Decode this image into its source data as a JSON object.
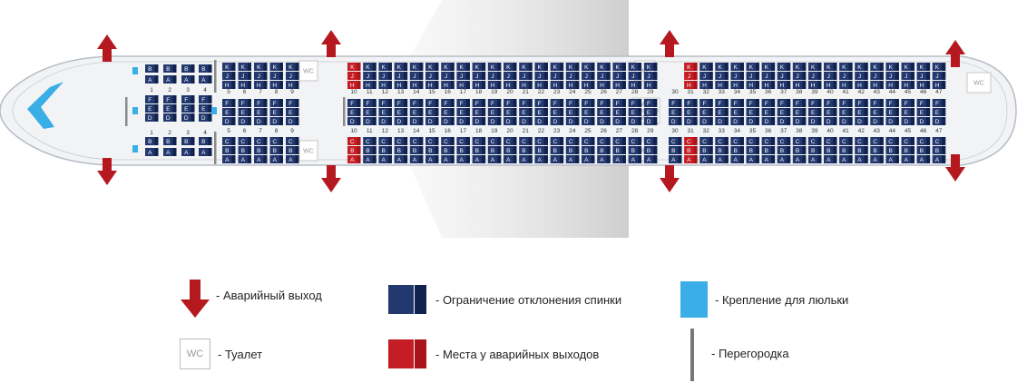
{
  "diagram": {
    "title_hidden": "",
    "colors": {
      "seat": "#22386e",
      "seat_dark": "#10224d",
      "seat_exit": "#c41e24",
      "bassinet": "#3aaee6",
      "exit_arrow": "#b5191f",
      "fuselage_fill": "#f1f2f4",
      "fuselage_stroke": "#b7bcc6",
      "wing": "#d6d6d6"
    },
    "wc_label": "WC",
    "rows": {
      "front": [
        "1",
        "2",
        "3",
        "4"
      ],
      "mid_a": [
        "5",
        "6",
        "7",
        "8",
        "9"
      ],
      "mid_b": [
        "10",
        "11",
        "12",
        "13",
        "14",
        "15",
        "16",
        "17",
        "18",
        "19",
        "20",
        "21",
        "22",
        "23",
        "24",
        "25",
        "26",
        "27",
        "28",
        "29"
      ],
      "rear": [
        "30",
        "31",
        "32",
        "33",
        "34",
        "35",
        "36",
        "37",
        "38",
        "39",
        "40",
        "41",
        "42",
        "43",
        "44",
        "45",
        "46",
        "47"
      ]
    },
    "seat_letters": {
      "top_block": [
        "K",
        "J",
        "H"
      ],
      "center_block": [
        "F",
        "E",
        "D"
      ],
      "bottom_block": [
        "C",
        "B",
        "A"
      ],
      "front_top": [
        "B",
        "A"
      ],
      "front_center": [
        "F",
        "E",
        "D"
      ],
      "front_bottom": [
        "B",
        "A"
      ]
    },
    "emergency_exit_rows": [
      "10",
      "31"
    ],
    "exits_count": 8
  },
  "legend": {
    "emergency_exit": "- Аварийный выход",
    "restricted_recline": "- Ограничение отклонения спинки",
    "bassinet": "- Крепление для люльки",
    "toilet": "- Туалет",
    "toilet_icon_label": "WC",
    "exit_row_seats": "- Места у аварийных выходов",
    "partition": "- Перегородка"
  }
}
